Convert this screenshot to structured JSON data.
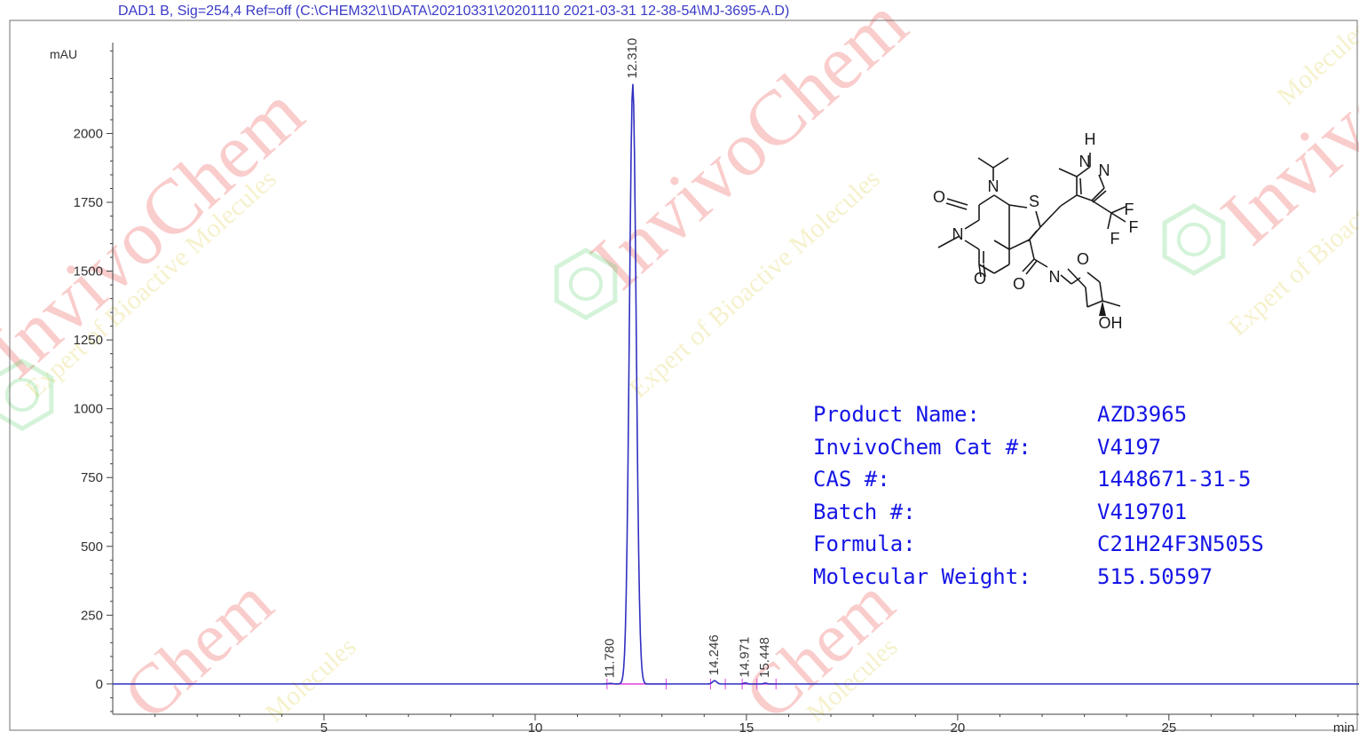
{
  "window": {
    "signal_header": "DAD1 B, Sig=254,4 Ref=off (C:\\CHEM32\\1\\DATA\\20210331\\20201110 2021-03-31 12-38-54\\MJ-3695-A.D)"
  },
  "watermark": {
    "brand": "InvivoChem",
    "tagline": "Expert of Bioactive Molecules",
    "fragment_chem": "Chem",
    "fragment_molecules": "Molecules",
    "color": "#e8201c",
    "tagline_color": "#d4c21a",
    "logo_color": "#3cc850"
  },
  "product_info": {
    "rows": [
      {
        "label": "Product Name:",
        "value": "AZD3965"
      },
      {
        "label": "InvivoChem Cat #:",
        "value": "V4197"
      },
      {
        "label": "CAS #:",
        "value": "1448671-31-5"
      },
      {
        "label": "Batch #:",
        "value": "V419701"
      },
      {
        "label": "Formula:",
        "value": "C21H24F3N505S"
      },
      {
        "label": "Molecular Weight:",
        "value": "515.50597"
      }
    ]
  },
  "structure": {
    "atom_labels": [
      {
        "id": "h",
        "text": "H"
      },
      {
        "id": "n1",
        "text": "N"
      },
      {
        "id": "n2",
        "text": "N"
      },
      {
        "id": "o1",
        "text": "O"
      },
      {
        "id": "n3",
        "text": "N"
      },
      {
        "id": "s",
        "text": "S"
      },
      {
        "id": "f1",
        "text": "F"
      },
      {
        "id": "f2",
        "text": "F"
      },
      {
        "id": "f3",
        "text": "F"
      },
      {
        "id": "n4",
        "text": "N"
      },
      {
        "id": "o2",
        "text": "O"
      },
      {
        "id": "o3",
        "text": "O"
      },
      {
        "id": "n5",
        "text": "N"
      },
      {
        "id": "o4",
        "text": "O"
      },
      {
        "id": "oh",
        "text": "OH"
      }
    ]
  },
  "chart_data": {
    "type": "line",
    "title": "",
    "ylabel": "mAU",
    "xlabel": "min",
    "xlim": [
      0,
      29.5
    ],
    "ylim": [
      -110,
      2340
    ],
    "x_ticks": [
      5,
      10,
      15,
      20,
      25
    ],
    "y_ticks": [
      0,
      250,
      500,
      750,
      1000,
      1250,
      1500,
      1750,
      2000
    ],
    "line_color": "#3030c0",
    "peak_label_color": "#3a3a3a",
    "baseline_marker_color": "#e040e0",
    "grid": false,
    "peaks": [
      {
        "rt": 11.78,
        "label": "11.780",
        "height": 2
      },
      {
        "rt": 12.31,
        "label": "12.310",
        "height": 2180
      },
      {
        "rt": 14.246,
        "label": "14.246",
        "height": 12
      },
      {
        "rt": 14.971,
        "label": "14.971",
        "height": 4
      },
      {
        "rt": 15.448,
        "label": "15.448",
        "height": 3
      }
    ]
  }
}
